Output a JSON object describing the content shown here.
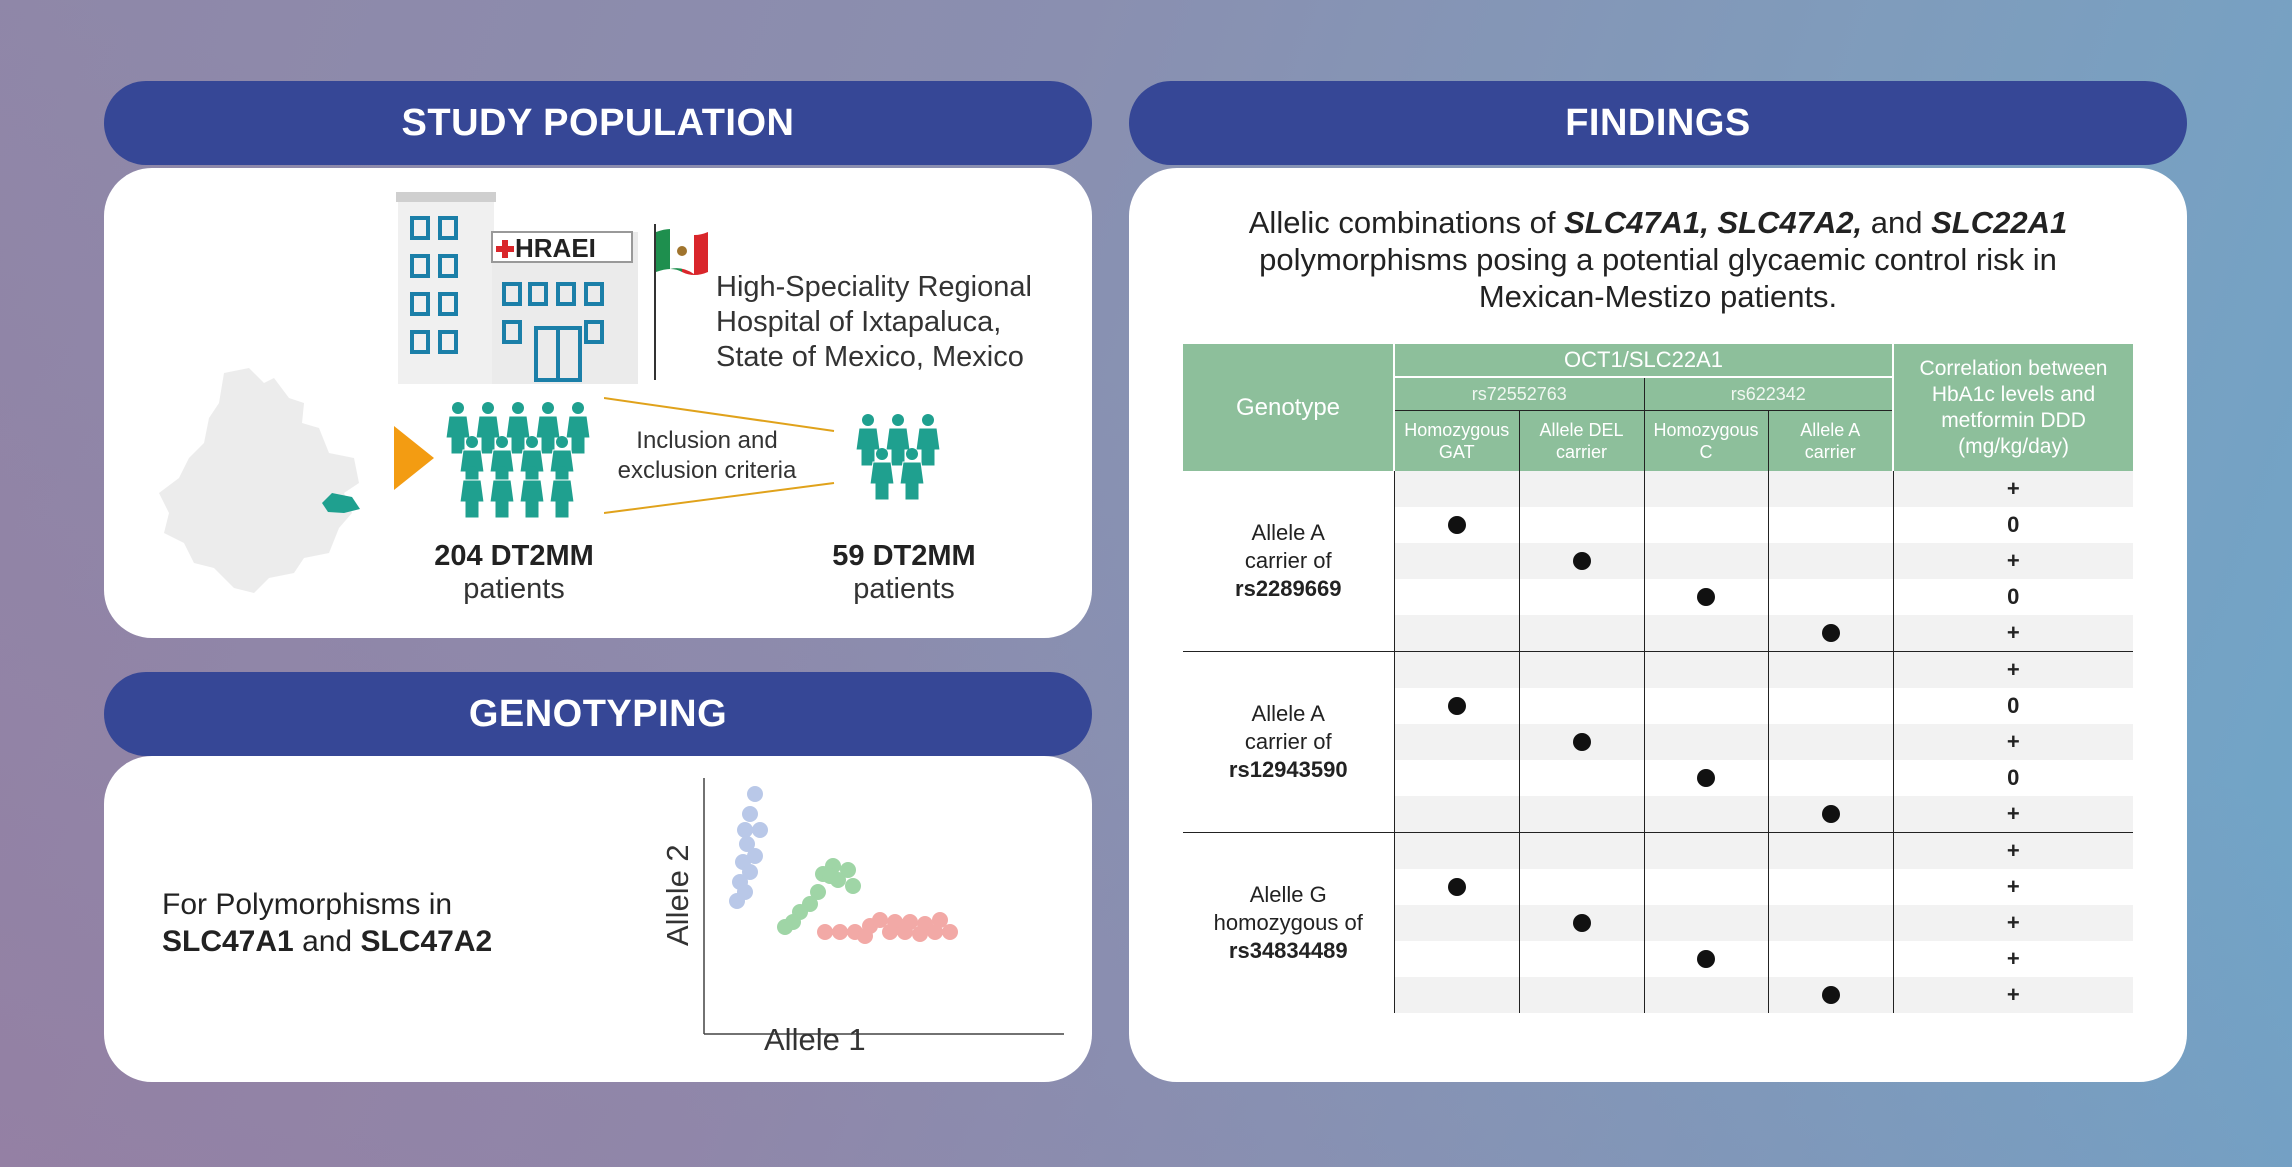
{
  "study_population": {
    "banner": "STUDY POPULATION",
    "hospital_sign": "HRAEI",
    "hospital_line1": "High-Speciality Regional",
    "hospital_line2": "Hospital of Ixtapaluca,",
    "hospital_line3": "State of Mexico, Mexico",
    "criteria_line1": "Inclusion and",
    "criteria_line2": "exclusion criteria",
    "initial_count": "204 DT2MM",
    "initial_unit": "patients",
    "final_count": "59 DT2MM",
    "final_unit": "patients",
    "accent_color": "#f39c12",
    "people_color": "#1fa08f"
  },
  "genotyping": {
    "banner": "GENOTYPING",
    "text_line1": "For Polymorphisms in",
    "gene1": "SLC47A1",
    "and_word": "and",
    "gene2": "SLC47A2",
    "x_axis_label": "Allele 1",
    "y_axis_label": "Allele 2",
    "cluster_colors": [
      "#b9c8e8",
      "#9fd5a6",
      "#f2a9a6"
    ]
  },
  "findings": {
    "banner": "FINDINGS",
    "title_prefix": "Allelic combinations of",
    "title_genes": "SLC47A1, SLC47A2,",
    "title_and": "and",
    "title_gene3": "SLC22A1",
    "title_line2": "polymorphisms posing a potential glycaemic control risk in",
    "title_line3": "Mexican-Mestizo patients.",
    "table": {
      "genotype_header": "Genotype",
      "group_header": "OCT1/SLC22A1",
      "snp_headers": [
        "rs72552763",
        "rs622342"
      ],
      "sub_headers": [
        {
          "line1": "Homozygous",
          "line2": "GAT"
        },
        {
          "line1": "Allele DEL",
          "line2": "carrier"
        },
        {
          "line1": "Homozygous",
          "line2": "C"
        },
        {
          "line1": "Allele A",
          "line2": "carrier"
        }
      ],
      "corr_header": [
        "Correlation between",
        "HbA1c levels and",
        "metformin DDD",
        "(mg/kg/day)"
      ],
      "groups": [
        {
          "label_line1": "Allele A",
          "label_line2": "carrier of",
          "label_snp": "rs2289669",
          "rows": [
            {
              "dot": -1,
              "corr": "+"
            },
            {
              "dot": 0,
              "corr": "0"
            },
            {
              "dot": 1,
              "corr": "+"
            },
            {
              "dot": 2,
              "corr": "0"
            },
            {
              "dot": 3,
              "corr": "+"
            }
          ]
        },
        {
          "label_line1": "Allele A",
          "label_line2": "carrier of",
          "label_snp": "rs12943590",
          "rows": [
            {
              "dot": -1,
              "corr": "+"
            },
            {
              "dot": 0,
              "corr": "0"
            },
            {
              "dot": 1,
              "corr": "+"
            },
            {
              "dot": 2,
              "corr": "0"
            },
            {
              "dot": 3,
              "corr": "+"
            }
          ]
        },
        {
          "label_line1": "Alelle G",
          "label_line2": "homozygous of",
          "label_snp": "rs34834489",
          "rows": [
            {
              "dot": -1,
              "corr": "+"
            },
            {
              "dot": 0,
              "corr": "+"
            },
            {
              "dot": 1,
              "corr": "+"
            },
            {
              "dot": 2,
              "corr": "+"
            },
            {
              "dot": 3,
              "corr": "+"
            }
          ]
        }
      ]
    }
  }
}
